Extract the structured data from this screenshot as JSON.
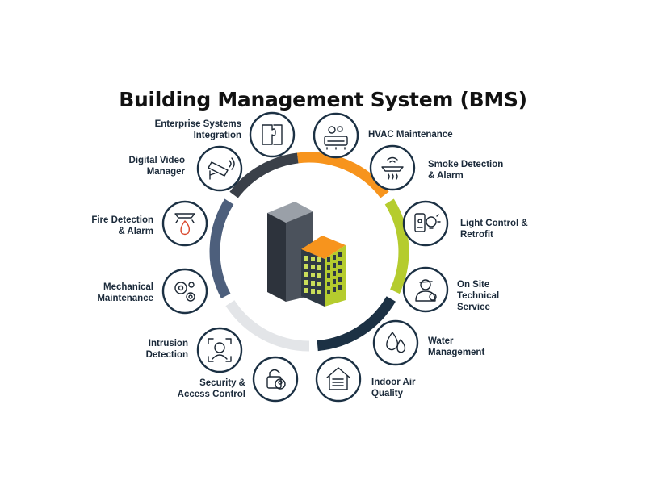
{
  "title": "Building Management System (BMS)",
  "colors": {
    "navy": "#1c3144",
    "orange": "#f7941d",
    "lime": "#b5cc2e",
    "slate": "#4d5f7c",
    "light_gray": "#e3e5e8",
    "dark_gray": "#3a4049"
  },
  "services": [
    {
      "id": "hvac",
      "lines": [
        "HVAC Maintenance"
      ],
      "icon": "hvac-gear-icon"
    },
    {
      "id": "smoke",
      "lines": [
        "Smoke Detection",
        "& Alarm"
      ],
      "icon": "smoke-detector-icon"
    },
    {
      "id": "light",
      "lines": [
        "Light Control &",
        "Retrofit"
      ],
      "icon": "smart-light-icon"
    },
    {
      "id": "technical",
      "lines": [
        "On Site",
        "Technical",
        "Service"
      ],
      "icon": "technician-icon"
    },
    {
      "id": "water",
      "lines": [
        "Water",
        "Management"
      ],
      "icon": "water-drop-icon"
    },
    {
      "id": "air",
      "lines": [
        "Indoor Air",
        "Quality"
      ],
      "icon": "house-airflow-icon"
    },
    {
      "id": "security",
      "lines": [
        "Security &",
        "Access Control"
      ],
      "icon": "padlock-user-icon"
    },
    {
      "id": "intrusion",
      "lines": [
        "Intrusion",
        "Detection"
      ],
      "icon": "face-scan-icon"
    },
    {
      "id": "mechanical",
      "lines": [
        "Mechanical",
        "Maintenance"
      ],
      "icon": "gears-icon"
    },
    {
      "id": "fire",
      "lines": [
        "Fire Detection",
        "& Alarm"
      ],
      "icon": "fire-alarm-icon"
    },
    {
      "id": "video",
      "lines": [
        "Digital Video",
        "Manager"
      ],
      "icon": "cctv-camera-icon"
    },
    {
      "id": "enterprise",
      "lines": [
        "Enterprise Systems",
        "Integration"
      ],
      "icon": "puzzle-icon"
    }
  ]
}
